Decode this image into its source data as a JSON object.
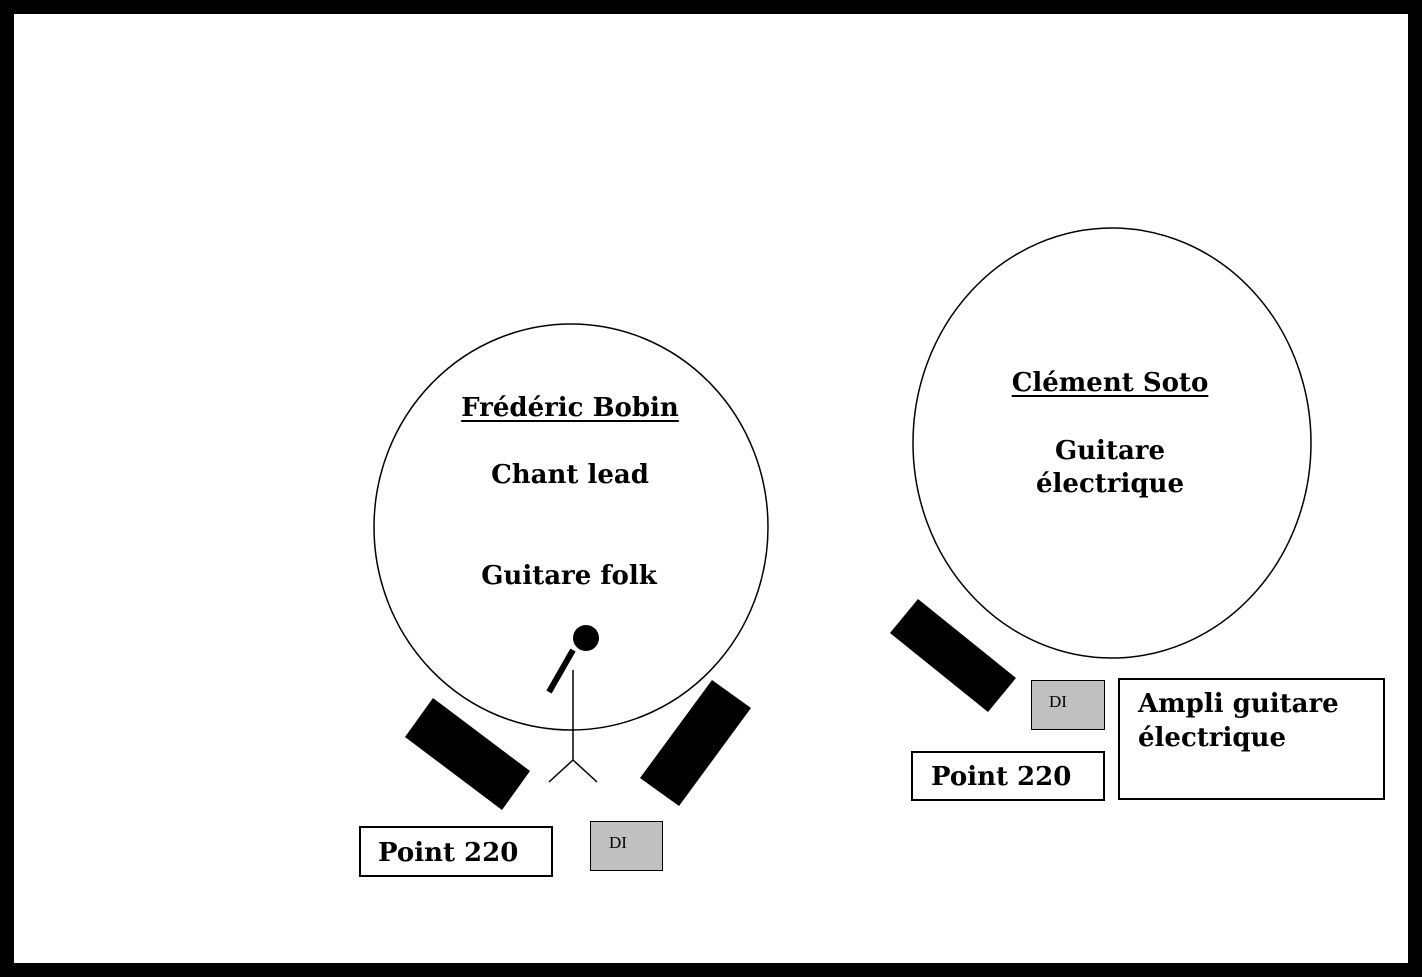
{
  "colors": {
    "frame": "#000000",
    "wedge": "#000000",
    "di_fill": "#c0c0c0",
    "background": "#ffffff"
  },
  "musicians": [
    {
      "name": "Frédéric Bobin",
      "role1": "Chant lead",
      "role2": "Guitare folk"
    },
    {
      "name": "Clément Soto",
      "role1": "Guitare",
      "role2": "électrique"
    }
  ],
  "equipment": {
    "di_left": "DI",
    "di_right": "DI",
    "power_left": "Point 220",
    "power_right": "Point 220",
    "amp_line1": "Ampli guitare",
    "amp_line2": "électrique"
  },
  "icons": {
    "vocal_mic": "stick-figure-singer-icon",
    "monitor": "wedge-monitor-icon"
  }
}
